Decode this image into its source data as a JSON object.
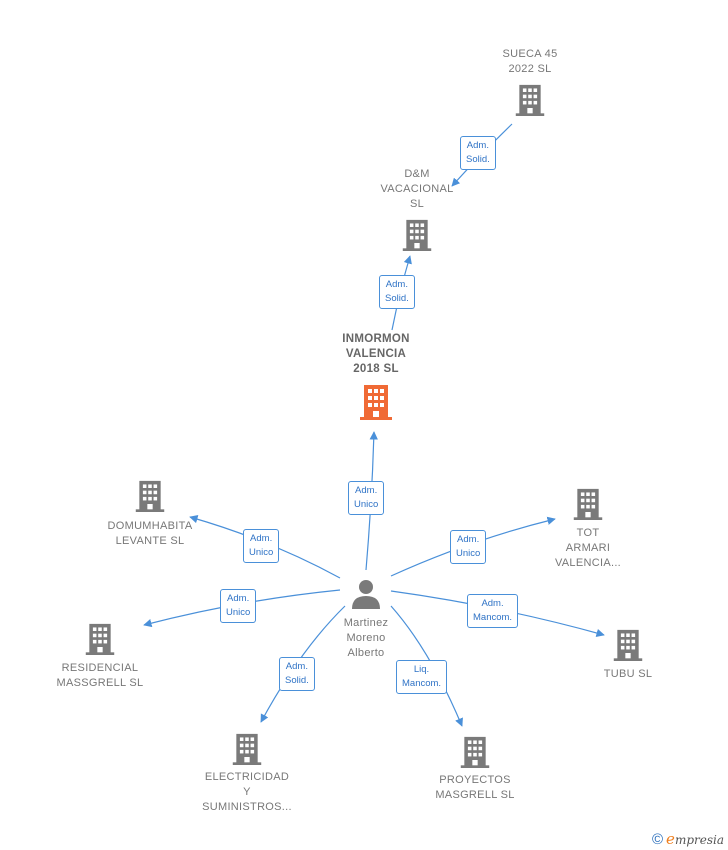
{
  "colors": {
    "main_building": "#f06a35",
    "building": "#7a7a7a",
    "edge": "#4a90d9",
    "badge_text": "#2f73c6"
  },
  "person": {
    "label": "Martinez\nMoreno\nAlberto",
    "icon": "person-icon"
  },
  "companies": [
    {
      "id": "inmormon",
      "label": "INMORMON\nVALENCIA\n2018  SL",
      "main": true
    },
    {
      "id": "dm",
      "label": "D&M\nVACACIONAL\nSL"
    },
    {
      "id": "sueca",
      "label": "SUECA 45\n2022  SL"
    },
    {
      "id": "domum",
      "label": "DOMUMHABITA\nLEVANTE  SL"
    },
    {
      "id": "residencial",
      "label": "RESIDENCIAL\nMASSGRELL SL"
    },
    {
      "id": "electricidad",
      "label": "ELECTRICIDAD\nY\nSUMINISTROS..."
    },
    {
      "id": "proyectos",
      "label": "PROYECTOS\nMASGRELL SL"
    },
    {
      "id": "tubu",
      "label": "TUBU SL"
    },
    {
      "id": "tot",
      "label": "TOT\nARMARI\nVALENCIA..."
    }
  ],
  "relations": [
    {
      "id": "r-inmormon",
      "label": "Adm.\nUnico"
    },
    {
      "id": "r-dm",
      "label": "Adm.\nSolid."
    },
    {
      "id": "r-sueca",
      "label": "Adm.\nSolid."
    },
    {
      "id": "r-domum",
      "label": "Adm.\nUnico"
    },
    {
      "id": "r-residencial",
      "label": "Adm.\nUnico"
    },
    {
      "id": "r-electricidad",
      "label": "Adm.\nSolid."
    },
    {
      "id": "r-proyectos",
      "label": "Liq.\nMancom."
    },
    {
      "id": "r-tubu",
      "label": "Adm.\nMancom."
    },
    {
      "id": "r-tot",
      "label": "Adm.\nUnico"
    }
  ],
  "footer": {
    "copyright": "©",
    "brand_initial": "e",
    "brand_rest": "mpresia"
  }
}
